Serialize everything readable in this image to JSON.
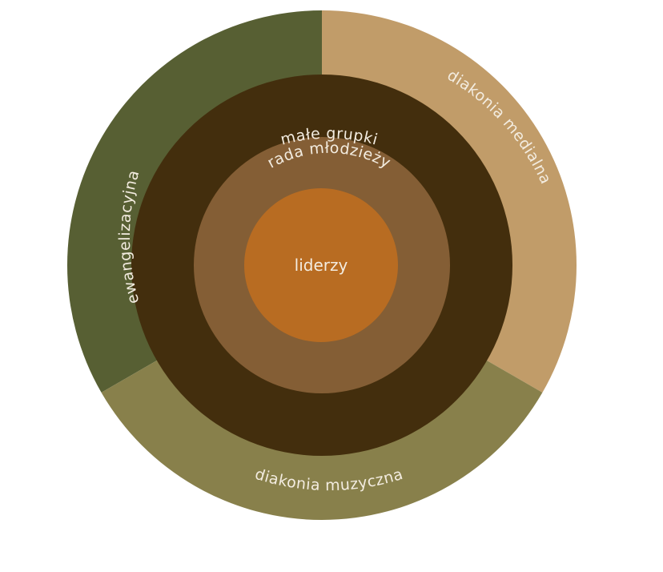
{
  "diagram": {
    "outer_segments": [
      {
        "label": "ewangelizacyjna",
        "color": "#575f33"
      },
      {
        "label": "diakonia medialna",
        "color": "#c19c69"
      },
      {
        "label": "diakonia muzyczna",
        "color": "#88804b"
      }
    ],
    "rings": [
      {
        "label": "małe grupki",
        "color": "#432e0d"
      },
      {
        "label": "rada młodzieży",
        "color": "#845e35"
      }
    ],
    "center": {
      "label": "liderzy",
      "color": "#b86c22"
    },
    "text_color": "#f3ece0"
  }
}
